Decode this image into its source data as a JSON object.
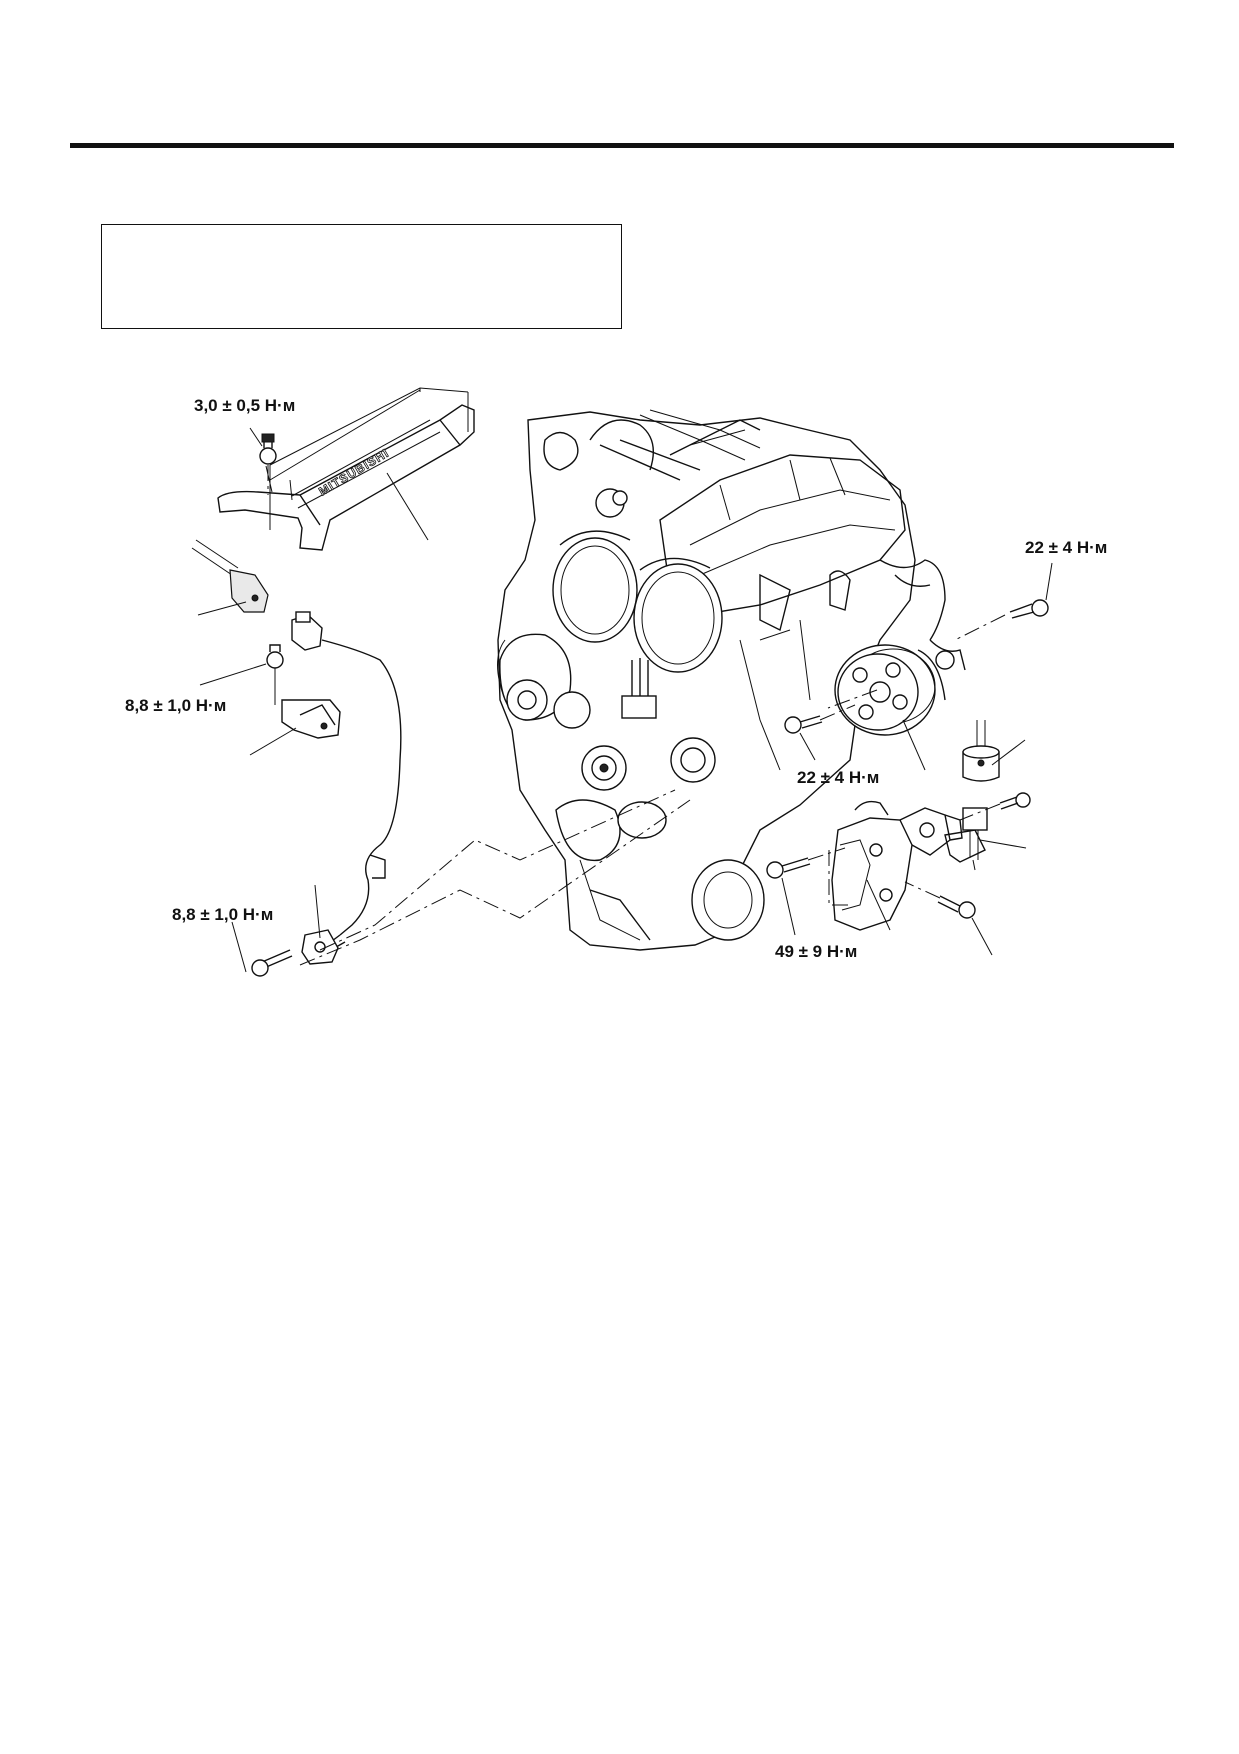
{
  "torque_labels": {
    "cover_bolt": "3,0 ± 0,5 Н·м",
    "bracket_bolt": "8,8 ± 1,0 Н·м",
    "sensor_bolt": "8,8 ± 1,0 Н·м",
    "pump_bolt_right": "22 ± 4 Н·м",
    "pump_bolt_front": "22 ± 4 Н·м",
    "bracket_mount_bolt": "49 ± 9 Н·м"
  },
  "cover_logo": "MITSUBISHI",
  "icons": {
    "bolt": "bolt-icon",
    "sensor": "sensor-icon",
    "connector": "connector-icon"
  }
}
